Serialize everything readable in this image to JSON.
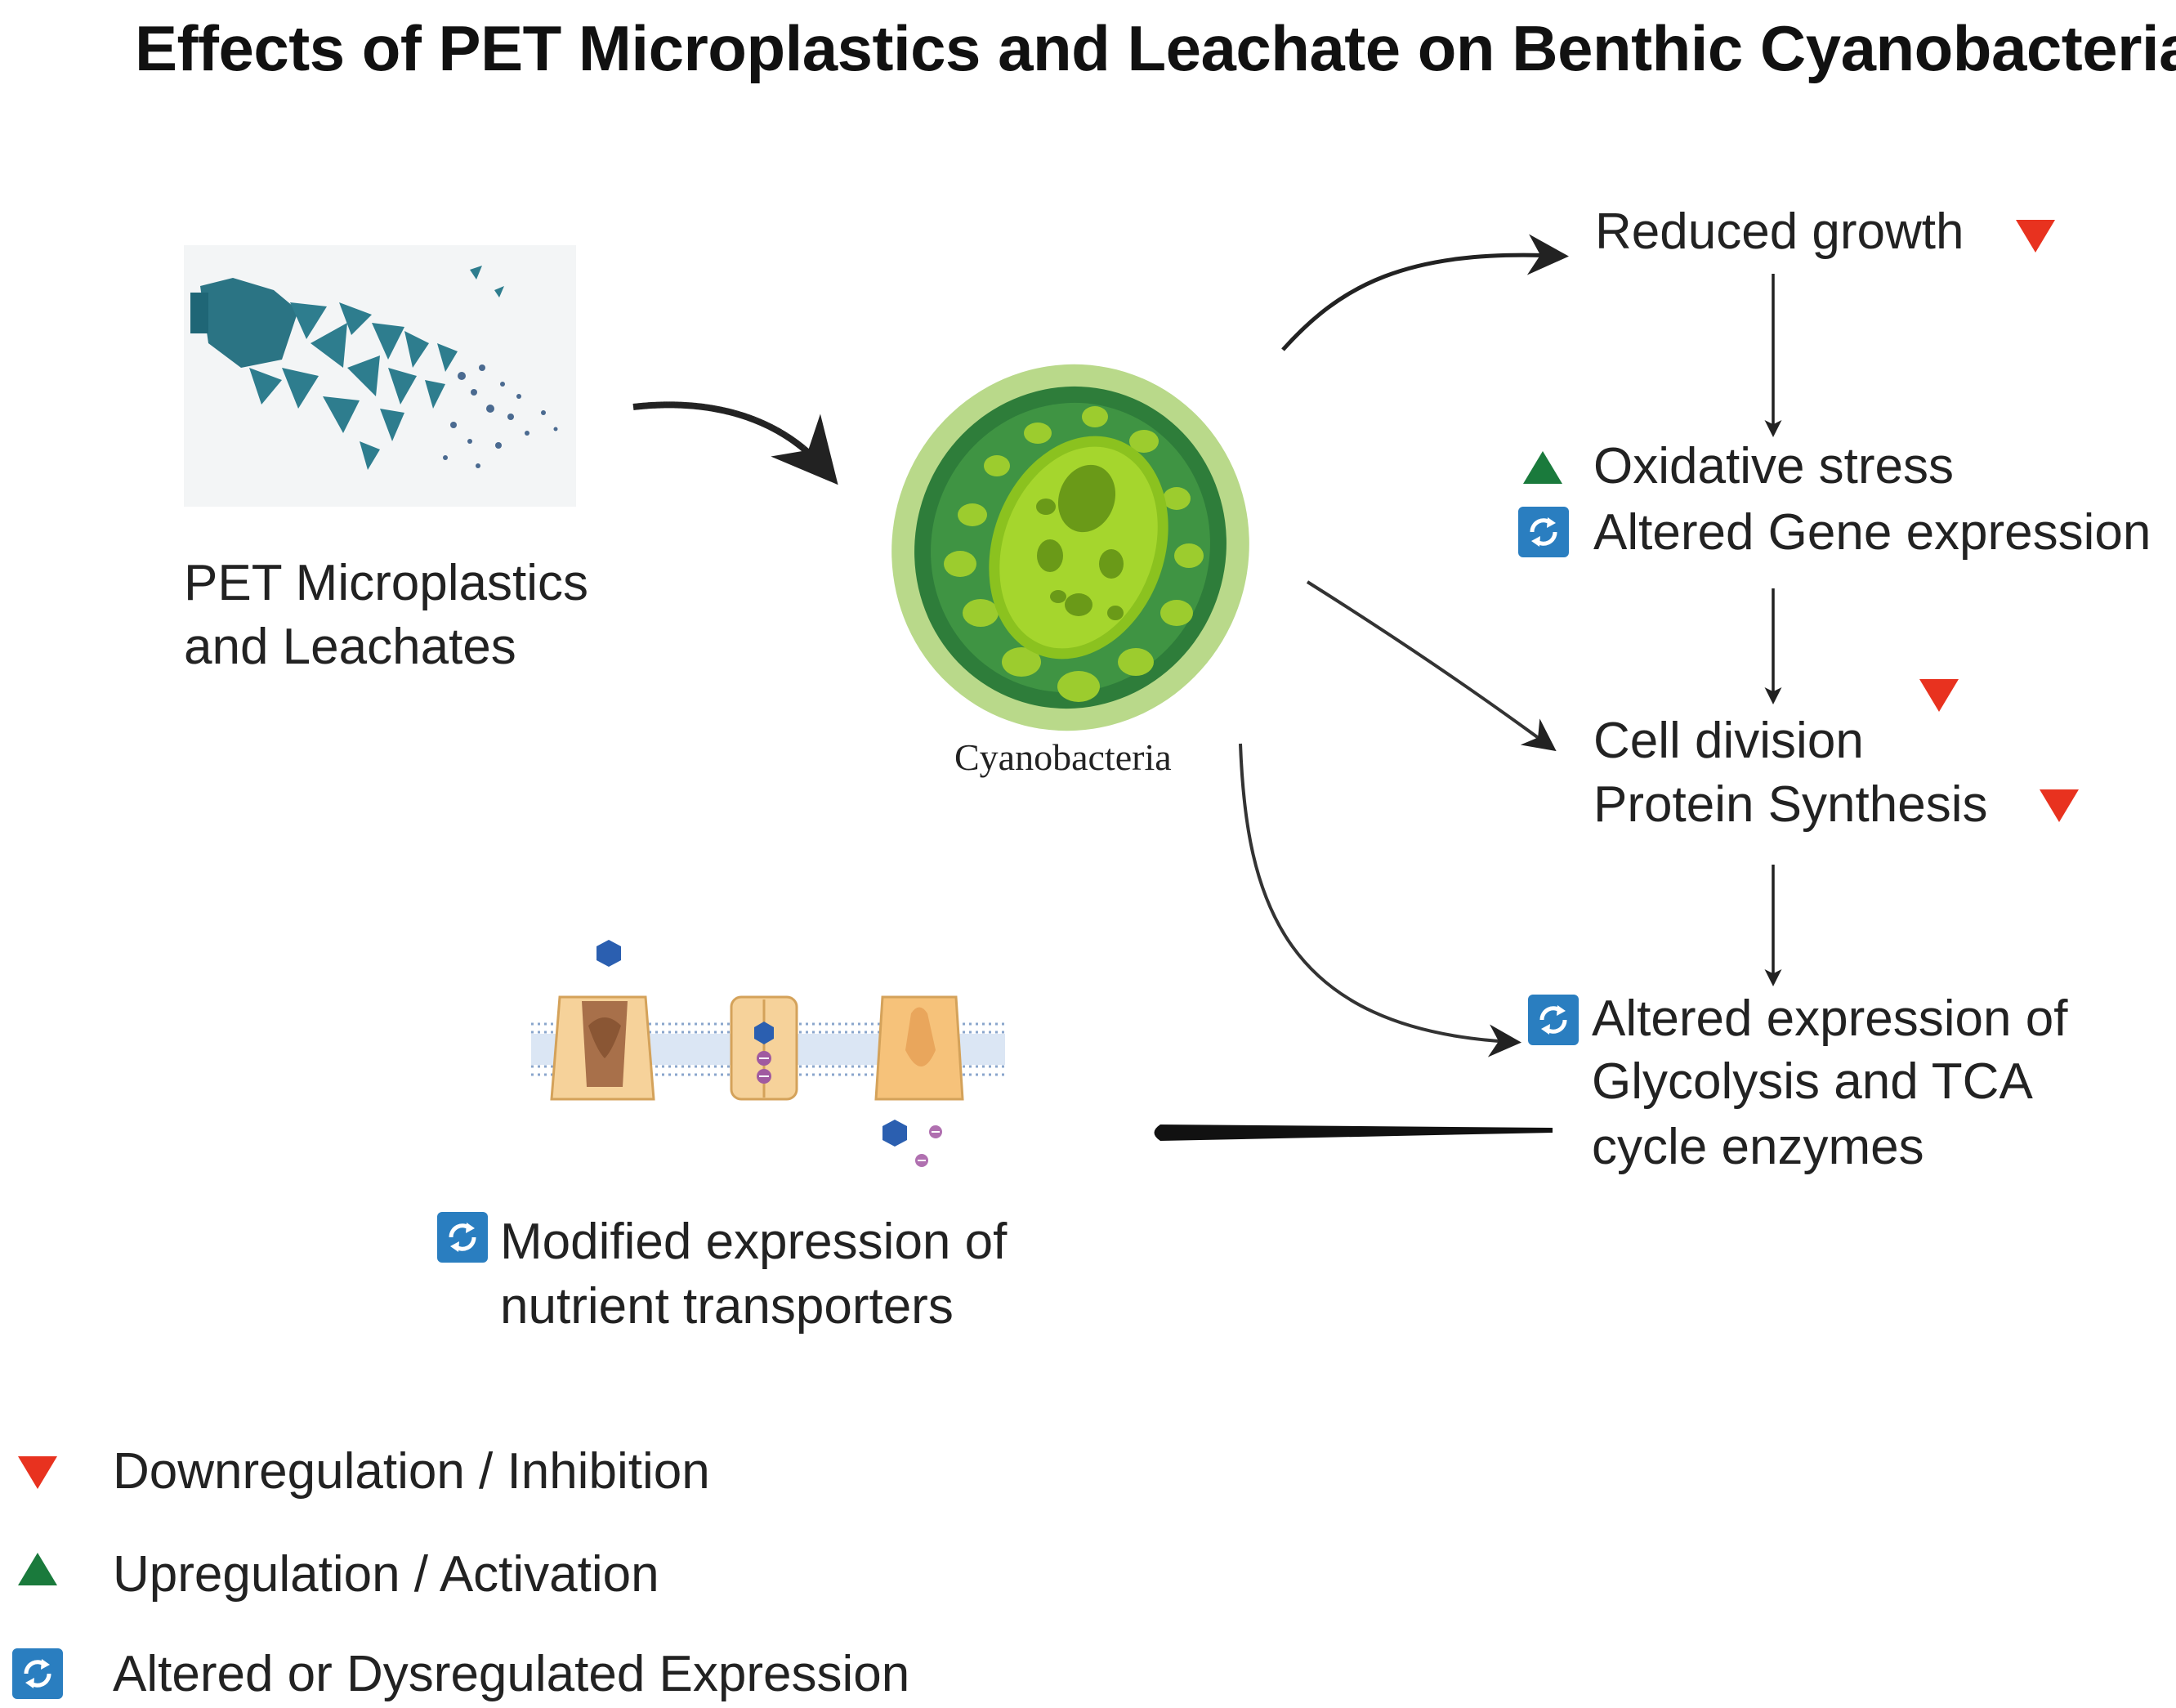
{
  "title": "Effects of PET Microplastics and Leachate on Benthic Cyanobacteria",
  "source": {
    "line1": "PET Microplastics",
    "line2": "and Leachates"
  },
  "organism": {
    "label": "Cyanobacteria"
  },
  "effects": {
    "reduced_growth": "Reduced growth",
    "oxidative_stress": "Oxidative stress",
    "altered_gene_expression": "Altered Gene expression",
    "cell_division": "Cell division",
    "protein_synthesis": "Protein Synthesis",
    "glycolysis_line1": "Altered expression of",
    "glycolysis_line2": "Glycolysis  and TCA",
    "glycolysis_line3": "cycle enzymes",
    "transporters_line1": "Modified expression of",
    "transporters_line2": "nutrient transporters"
  },
  "legend": {
    "down": "Downregulation / Inhibition",
    "up": "Upregulation / Activation",
    "altered": "Altered or Dysregulated Expression"
  },
  "icons": {
    "down": "red-down-triangle-icon",
    "up": "green-up-triangle-icon",
    "altered": "blue-cycle-icon"
  },
  "colors": {
    "down": "#e8321f",
    "up": "#1a7a3c",
    "altered": "#2a7ec0"
  }
}
